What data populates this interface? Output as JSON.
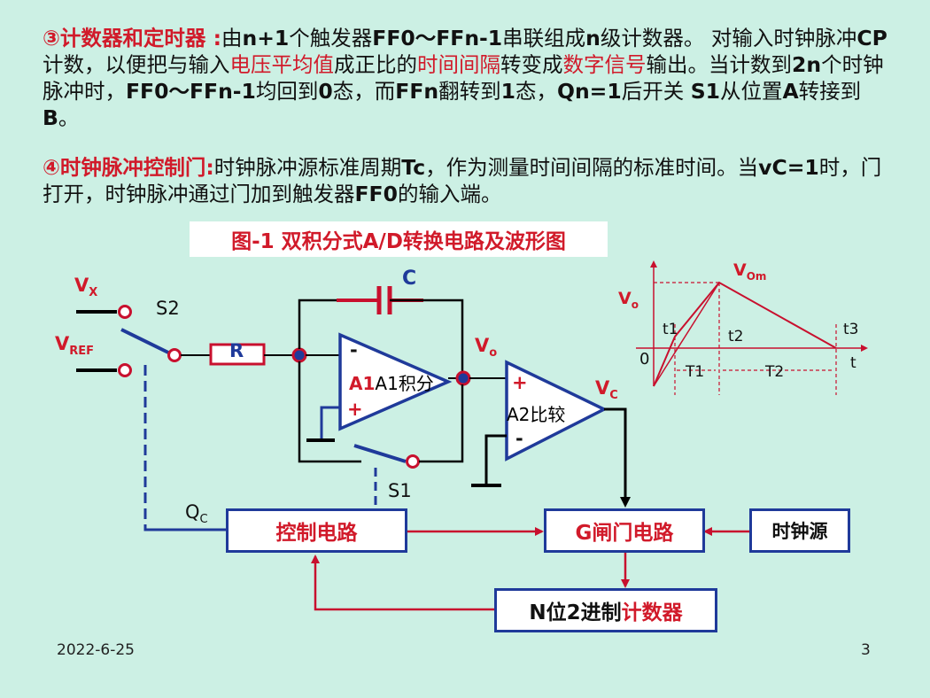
{
  "text": {
    "p1_head": "③计数器和定时器 :",
    "p1_a": "由",
    "p1_b": "n+1",
    "p1_c": "个触发器",
    "p1_d": "FF0～FFn-1",
    "p1_e": "串联组成",
    "p1_f": "n",
    "p1_g": "级计数器。 对输入时钟脉冲",
    "p1_h": "CP",
    "p1_i": "计数，以便把与输入",
    "p1_j": "电压平均值",
    "p1_k": "成正比的",
    "p1_l": "时间间隔",
    "p1_m": "转变成",
    "p1_n": "数字信号",
    "p1_o": "输出。当计数到",
    "p1_p": "2n",
    "p1_q": "个时钟脉冲时，",
    "p1_r": "FF0～FFn-1",
    "p1_s": "均回到",
    "p1_t": "0",
    "p1_u": "态，而",
    "p1_v": "FFn",
    "p1_w": "翻转到",
    "p1_x": "1",
    "p1_y": "态，",
    "p1_z": "Qn=1",
    "p1_aa": "后开关 ",
    "p1_ab": "S1",
    "p1_ac": "从位置",
    "p1_ad": "A",
    "p1_ae": "转接到",
    "p1_af": "B",
    "p1_ag": "。",
    "p2_head": "④时钟脉冲控制门:",
    "p2_a": "时钟脉冲源标准周期",
    "p2_b": "Tc",
    "p2_c": "，作为测量时间间隔的标准时间。当",
    "p2_d": "vC=1",
    "p2_e": "时，门打开，时钟脉冲通过门加到触发器",
    "p2_f": "FF0",
    "p2_g": "的输入端。"
  },
  "figure_title": "图-1 双积分式A/D转换电路及波形图",
  "circuit": {
    "vx": "V",
    "vx_sub": "X",
    "vref": "V",
    "vref_sub": "REF",
    "s2": "S2",
    "r": "R",
    "c": "C",
    "a1": "A1积分",
    "a1_minus": "-",
    "a1_plus": "+",
    "vo": "V",
    "vo_sub": "o",
    "a2": "A2比较",
    "a2_plus": "+",
    "a2_minus": "-",
    "vc": "V",
    "vc_sub": "C",
    "s1": "S1",
    "qc": "Q",
    "qc_sub": "C",
    "control": "控制电路",
    "gate": "G闸门电路",
    "clock": "时钟源",
    "counter_a": "N位2进制",
    "counter_b": "计数器"
  },
  "waveform": {
    "vo": "V",
    "vo_sub": "o",
    "vom": "V",
    "vom_sub": "Om",
    "t1": "t1",
    "t2": "t2",
    "t3": "t3",
    "zero": "0",
    "T1": "T1",
    "T2": "T2",
    "t": "t"
  },
  "footer": {
    "date": "2022-6-25",
    "page": "3"
  },
  "colors": {
    "accent": "#d11a2a",
    "wire_blue": "#1f3a9a",
    "background": "#ccf0e4"
  }
}
